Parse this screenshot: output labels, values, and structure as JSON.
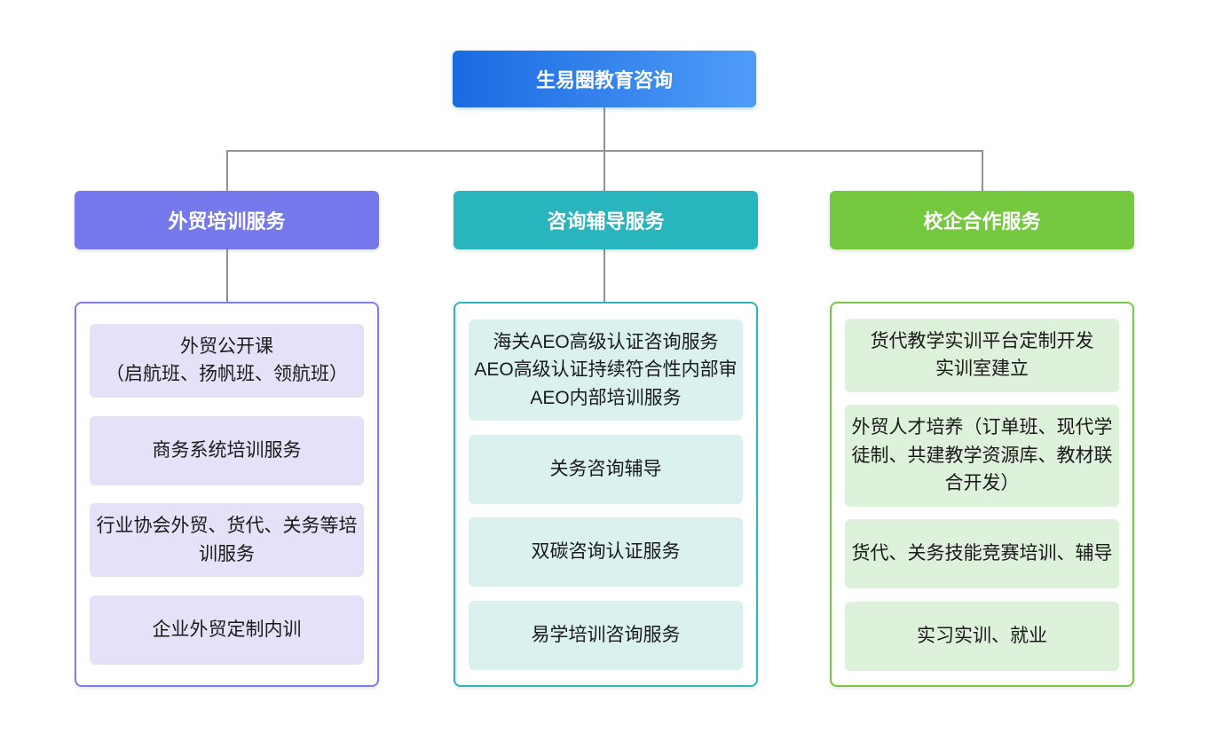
{
  "diagram_title": "生易圈教育咨询",
  "root": {
    "label": "生易圈教育咨询"
  },
  "branches": [
    {
      "id": "foreign-trade-training",
      "label": "外贸培训服务",
      "header_color": "#7679ec",
      "border_color": "#7b7df0",
      "item_bg_color": "#e3e2f8",
      "items": [
        "外贸公开课\n（启航班、扬帆班、领航班）",
        "商务系统培训服务",
        "行业协会外贸、货代、关务等培训服务",
        "企业外贸定制内训"
      ]
    },
    {
      "id": "consulting-coaching",
      "label": "咨询辅导服务",
      "header_color": "#28b5be",
      "border_color": "#2ab7bf",
      "item_bg_color": "#dbf1f0",
      "items": [
        "海关AEO高级认证咨询服务\nAEO高级认证持续符合性内部审\nAEO内部培训服务",
        "关务咨询辅导",
        "双碳咨询认证服务",
        "易学培训咨询服务"
      ]
    },
    {
      "id": "school-enterprise-cooperation",
      "label": "校企合作服务",
      "header_color": "#74c93f",
      "border_color": "#74ca43",
      "item_bg_color": "#def1da",
      "items": [
        "货代教学实训平台定制开发\n实训室建立",
        "外贸人才培养（订单班、现代学徒制、共建教学资源库、教材联合开发）",
        "货代、关务技能竞赛培训、辅导",
        "实习实训、就业"
      ]
    }
  ],
  "palette": {
    "root_gradient_start": "#1a6be1",
    "root_gradient_end": "#4f9cf8",
    "connector_line": "#8d939b",
    "background": "#ffffff",
    "item_text": "#1a1a1a",
    "header_text": "#ffffff"
  }
}
